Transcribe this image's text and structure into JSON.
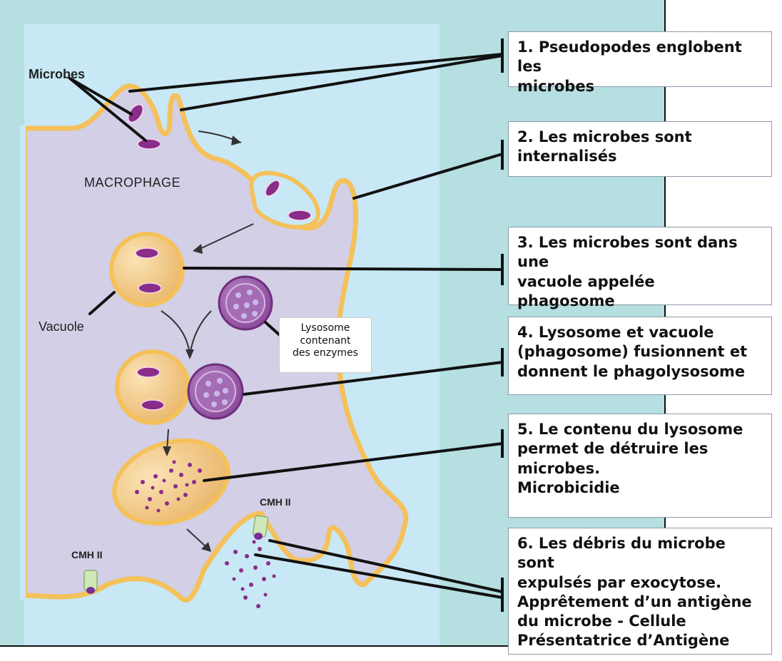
{
  "labels": {
    "microbes": "Microbes",
    "macrophage": "MACROPHAGE",
    "vacuole": "Vacuole",
    "lysosome": [
      "Lysosome",
      "contenant",
      "des enzymes"
    ],
    "cmh_right": "CMH II",
    "cmh_left": "CMH II"
  },
  "steps": [
    {
      "lines": [
        "1. Pseudopodes englobent les",
        "microbes"
      ]
    },
    {
      "lines": [
        "2. Les microbes sont",
        "internalisés"
      ]
    },
    {
      "lines": [
        "3. Les microbes sont dans une",
        "vacuole appelée",
        "phagosome"
      ]
    },
    {
      "lines": [
        "4. Lysosome et vacuole",
        "(phagosome) fusionnent et",
        "donnent le phagolysosome"
      ]
    },
    {
      "lines": [
        "5. Le contenu du lysosome",
        "permet de détruire les",
        "microbes.",
        "Microbicidie"
      ]
    },
    {
      "lines": [
        "6. Les débris du microbe sont",
        "expulsés par exocytose.",
        "Apprêtement d’un antigène",
        "du microbe - Cellule",
        "Présentatrice d’Antigène"
      ]
    }
  ],
  "colors": {
    "outer_bg": "#b5dfe0",
    "inner_bg": "#c8e8f5",
    "cell": "#d2cfe6",
    "membrane": "#f4c15a",
    "microbe": "#8a2c8a",
    "lysosome": "#8a4a98",
    "line": "#111111"
  }
}
